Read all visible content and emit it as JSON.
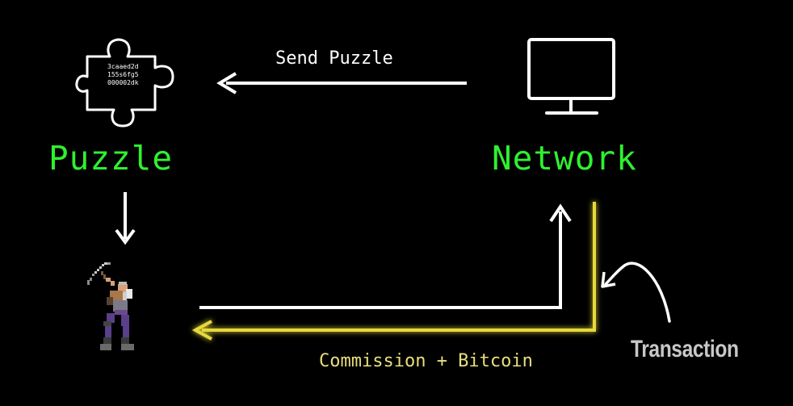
{
  "colors": {
    "background": "#000000",
    "node_label": "#2ff12f",
    "line": "#ffffff",
    "reward_line": "#e6d93a",
    "reward_glow": "#8a7a10",
    "reward_text": "#e8df7a",
    "transaction_text": "#c7c7c7"
  },
  "nodes": {
    "puzzle": {
      "label": "Puzzle",
      "icon": "puzzle-piece-icon",
      "code_lines": [
        "3caaed2d",
        "155s6fg5",
        "000002dk"
      ]
    },
    "network": {
      "label": "Network",
      "icon": "monitor-icon"
    },
    "miner": {
      "icon": "pixel-miner-icon"
    }
  },
  "edges": {
    "send_puzzle": "Send Puzzle",
    "reward": "Commission + Bitcoin",
    "transaction": "Transaction"
  }
}
